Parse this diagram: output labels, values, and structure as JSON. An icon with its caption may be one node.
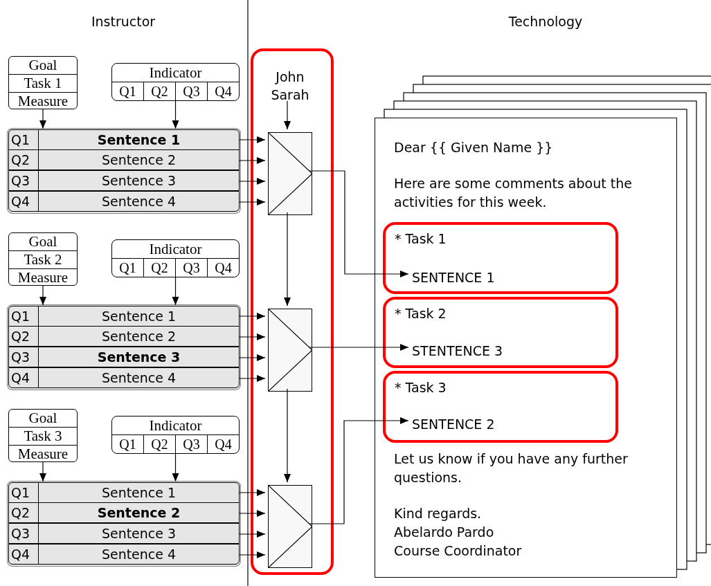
{
  "diagram": {
    "nodes": [
      {
        "text": [
          "Goal",
          "Task 1",
          "Measure"
        ]
      },
      {
        "text": [
          "Indicator",
          "Q1",
          "Q2",
          "Q3",
          "Q4"
        ]
      },
      {
        "text": [],
        "shape": "box"
      },
      {
        "text": [
          "Q1",
          "**Sentence 1**"
        ],
        "in": 2
      },
      {
        "text": [
          "Q2",
          "Sentence 2"
        ],
        "in": 2
      },
      {
        "text": [
          "Q3",
          "Sentence 3"
        ],
        "in": 2
      },
      {
        "text": [
          "Q4",
          "Sentence 4"
        ],
        "in": 2
      },
      {
        "text": [
          "Goal",
          "Task 2",
          "Measure"
        ]
      },
      {
        "text": [
          "Indicator",
          "Q1",
          "Q2",
          "Q3",
          "Q4"
        ]
      },
      {
        "text": [],
        "shape": "box"
      },
      {
        "text": [
          "Q1",
          "Sentence 1"
        ],
        "in": 9
      },
      {
        "text": [
          "Q2",
          "Sentence 2"
        ],
        "in": 9
      },
      {
        "text": [
          "Q3",
          "**Sentence 3**"
        ],
        "in": 9
      },
      {
        "text": [
          "Q4",
          "Sentence 4"
        ],
        "in": 9
      },
      {
        "text": [
          "Goal",
          "Task 3",
          "Measure"
        ]
      },
      {
        "text": [
          "Indicator",
          "Q1",
          "Q2",
          "Q3",
          "Q4"
        ]
      },
      {
        "text": [],
        "shape": "box"
      },
      {
        "text": [
          "Q1",
          "Sentence 1"
        ],
        "in": 16
      },
      {
        "text": [
          "Q2",
          "**Sentence 2**"
        ],
        "in": 16
      },
      {
        "text": [
          "Q3",
          "Sentence 3"
        ],
        "in": 16
      },
      {
        "text": [
          "Q4",
          "Sentence 4"
        ],
        "in": 16
      },
      {
        "text": [],
        "shape": "box"
      },
      {
        "text": [
          "John Sarah"
        ],
        "in": 21
      },
      {
        "text": [],
        "shape": "multiplexer",
        "in": 21
      },
      {
        "text": [],
        "shape": "multiplexer",
        "in": 21
      },
      {
        "text": [],
        "shape": "multiplexer",
        "in": 21
      },
      {
        "text": [
          "Dear {{ Given Name }}",
          "Here are some comments about the activities for this week.",
          "Let us know if you have any further questions.",
          "Kind regards.",
          "Abelardo Pardo",
          "Course Coordinator"
        ]
      },
      {
        "text": [
          "* Task 1"
        ],
        "in": 26
      },
      {
        "text": [
          "SENTENCE 1"
        ],
        "in": 27
      },
      {
        "text": [
          "* Task 2"
        ],
        "in": 26
      },
      {
        "text": [
          "STENTENCE 3"
        ],
        "in": 29
      },
      {
        "text": [
          "* Task 3"
        ],
        "in": 26
      },
      {
        "text": [
          "SENTENCE 2"
        ],
        "in": 31
      }
    ],
    "edges": [
      {
        "from": 0,
        "to": 2,
        "arrow": "to"
      },
      {
        "from": 1,
        "to": 2,
        "arrow": "to"
      },
      {
        "from": 3,
        "to": 23,
        "arrow": "to"
      },
      {
        "from": 4,
        "to": 23,
        "arrow": "to"
      },
      {
        "from": 5,
        "to": 23,
        "arrow": "to"
      },
      {
        "from": 6,
        "to": 23,
        "arrow": "to"
      },
      {
        "from": 7,
        "to": 9,
        "arrow": "to"
      },
      {
        "from": 8,
        "to": 9,
        "arrow": "to"
      },
      {
        "from": 10,
        "to": 24,
        "arrow": "to"
      },
      {
        "from": 11,
        "to": 24,
        "arrow": "to"
      },
      {
        "from": 12,
        "to": 24,
        "arrow": "to"
      },
      {
        "from": 13,
        "to": 24,
        "arrow": "to"
      },
      {
        "from": 14,
        "to": 16,
        "arrow": "to"
      },
      {
        "from": 15,
        "to": 16,
        "arrow": "to"
      },
      {
        "from": 17,
        "to": 25,
        "arrow": "to"
      },
      {
        "from": 18,
        "to": 25,
        "arrow": "to"
      },
      {
        "from": 19,
        "to": 25,
        "arrow": "to"
      },
      {
        "from": 20,
        "to": 25,
        "arrow": "to"
      },
      {
        "from": 22,
        "to": 23,
        "arrow": "to"
      },
      {
        "from": 23,
        "to": 24,
        "arrow": "to"
      },
      {
        "from": 24,
        "to": 25,
        "arrow": "to"
      },
      {
        "from": 23,
        "to": 28,
        "arrow": "to"
      },
      {
        "from": 24,
        "to": 30,
        "arrow": "to"
      },
      {
        "from": 25,
        "to": 32,
        "arrow": "to"
      }
    ],
    "labels": [
      "Instructor",
      "Technology"
    ]
  }
}
